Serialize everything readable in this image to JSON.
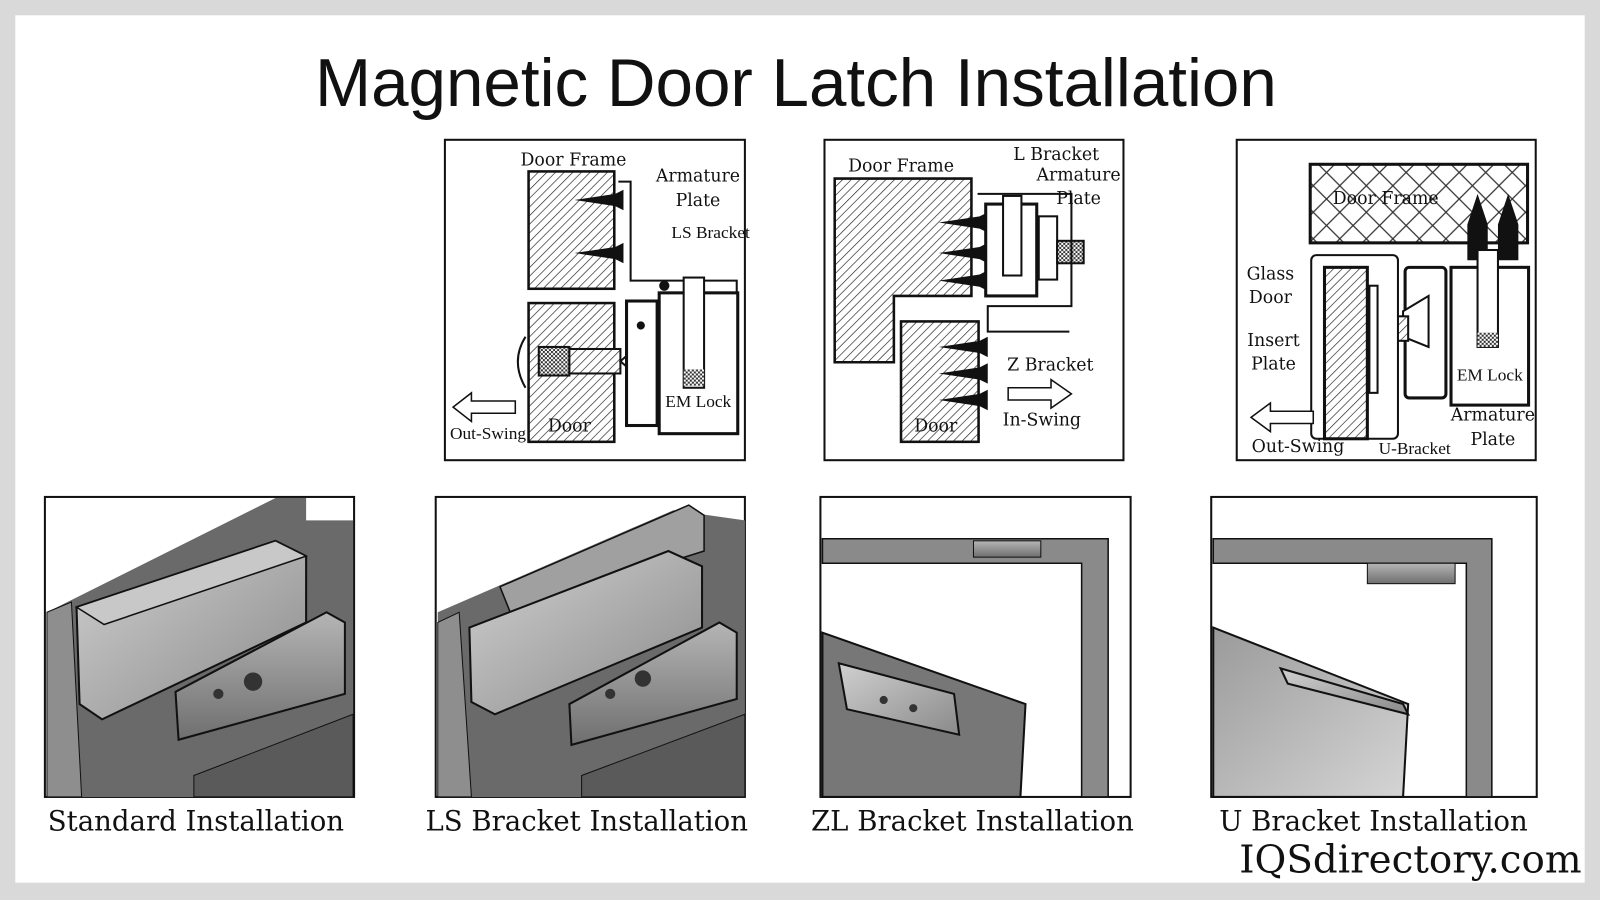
{
  "title": "Magnetic Door Latch Installation",
  "diagrams": [
    {
      "labels": {
        "door_frame": "Door Frame",
        "armature": "Armature",
        "plate": "Plate",
        "bracket": "LS Bracket",
        "em_lock": "EM Lock",
        "door": "Door",
        "swing": "Out-Swing"
      }
    },
    {
      "labels": {
        "door_frame": "Door Frame",
        "l_bracket": "L Bracket",
        "armature": "Armature",
        "plate": "Plate",
        "z_bracket": "Z Bracket",
        "door": "Door",
        "swing": "In-Swing"
      }
    },
    {
      "labels": {
        "door_frame": "Door Frame",
        "glass": "Glass",
        "door": "Door",
        "insert": "Insert",
        "plate": "Plate",
        "em_lock": "EM Lock",
        "armature": "Armature",
        "armature_plate": "Plate",
        "u_bracket": "U-Bracket",
        "swing": "Out-Swing"
      }
    }
  ],
  "installations": [
    {
      "caption": "Standard Installation"
    },
    {
      "caption": "LS Bracket Installation"
    },
    {
      "caption": "ZL Bracket Installation"
    },
    {
      "caption": "U Bracket Installation"
    }
  ],
  "brand": "IQSdirectory.com",
  "colors": {
    "background": "#d9d9d9",
    "canvas": "#ffffff",
    "ink": "#111111",
    "metal": "#8a8a8a"
  }
}
